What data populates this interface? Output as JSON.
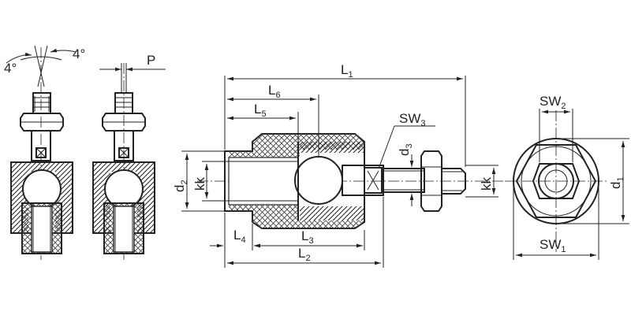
{
  "labels": {
    "angle_left": "4°",
    "angle_right": "4°",
    "pitch": "P",
    "L1": {
      "main": "L",
      "sub": "1"
    },
    "L2": {
      "main": "L",
      "sub": "2"
    },
    "L3": {
      "main": "L",
      "sub": "3"
    },
    "L4": {
      "main": "L",
      "sub": "4"
    },
    "L5": {
      "main": "L",
      "sub": "5"
    },
    "L6": {
      "main": "L",
      "sub": "6"
    },
    "SW1": {
      "main": "SW",
      "sub": "1"
    },
    "SW2": {
      "main": "SW",
      "sub": "2"
    },
    "SW3": {
      "main": "SW",
      "sub": "3"
    },
    "d1": {
      "main": "d",
      "sub": "1"
    },
    "d2": {
      "main": "d",
      "sub": "2"
    },
    "d3": {
      "main": "d",
      "sub": "3"
    },
    "kk_left": "kk",
    "kk_right": "kk"
  },
  "colors": {
    "line": "#222222",
    "background": "#ffffff"
  }
}
